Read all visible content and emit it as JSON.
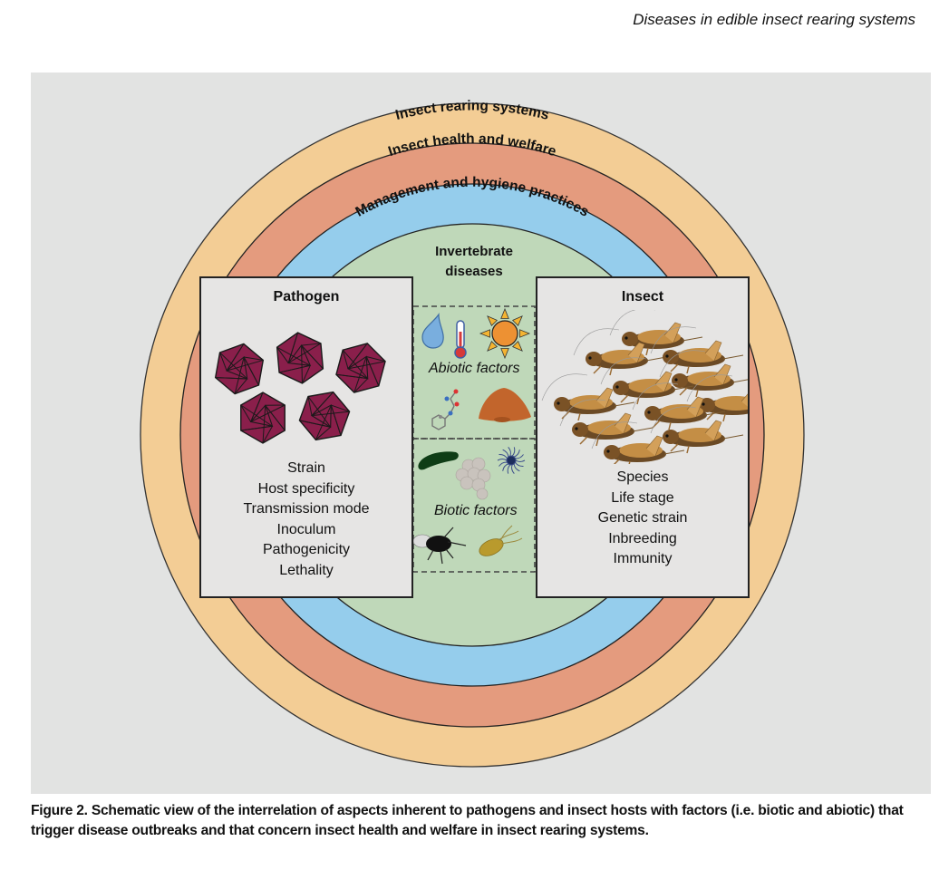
{
  "running_head": "Diseases in edible insect rearing systems",
  "rings": [
    {
      "label": "Insect rearing systems",
      "color": "#f3cd95"
    },
    {
      "label": "Insect health and welfare",
      "color": "#e49b7e"
    },
    {
      "label": "Management and hygiene practices",
      "color": "#95cdec"
    },
    {
      "label": "Invertebrate diseases",
      "color": "#bfd8b9"
    }
  ],
  "center": {
    "title_line1": "Invertebrate",
    "title_line2": "diseases",
    "abiotic_label": "Abiotic factors",
    "abiotic_icons": [
      "water-drop-icon",
      "thermometer-icon",
      "sun-icon",
      "chemical-molecule-icon",
      "soil-substrate-icon"
    ],
    "biotic_label": "Biotic factors",
    "biotic_icons": [
      "bacterium-icon",
      "fungal-spore-icon",
      "protozoa-cluster-icon",
      "fly-icon",
      "flagellate-microbe-icon"
    ]
  },
  "pathogen": {
    "title": "Pathogen",
    "image": "virus-particles-icon",
    "virus_color": "#8a1f4b",
    "aspects": [
      "Strain",
      "Host specificity",
      "Transmission mode",
      "Inoculum",
      "Pathogenicity",
      "Lethality"
    ]
  },
  "insect": {
    "title": "Insect",
    "image": "crickets-group-icon",
    "cricket_color": "#c48e45",
    "aspects": [
      "Species",
      "Life stage",
      "Genetic strain",
      "Inbreeding",
      "Immunity"
    ]
  },
  "caption": {
    "label": "Figure 2.",
    "text": "Schematic view of the interrelation of aspects inherent to pathogens and insect hosts with factors (i.e. biotic and abiotic) that trigger disease outbreaks and that concern insect health and welfare in insect rearing systems."
  }
}
